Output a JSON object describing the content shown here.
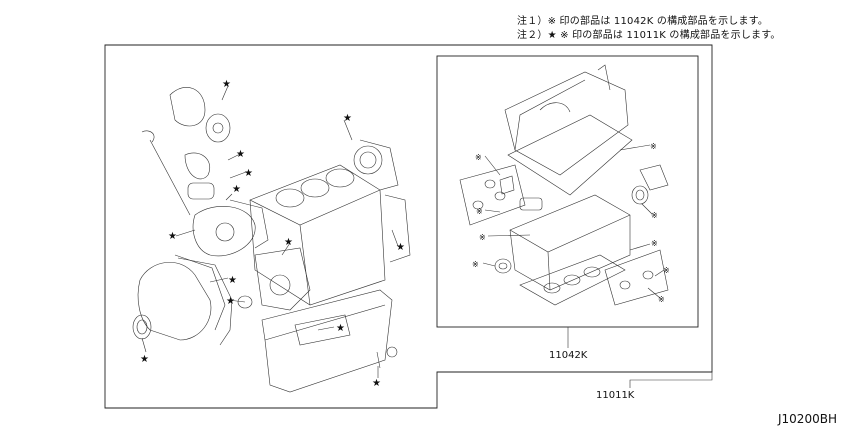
{
  "notes": [
    "注１）※ 印の部品は 11042K の構成部品を示します。",
    "注２）★ ※ 印の部品は 11011K の構成部品を示します。"
  ],
  "labels": {
    "inner_kit": "11042K",
    "outer_kit": "11011K",
    "diagram_id": "J10200BH"
  },
  "symbols": {
    "star": "★",
    "asterisk": "※"
  }
}
